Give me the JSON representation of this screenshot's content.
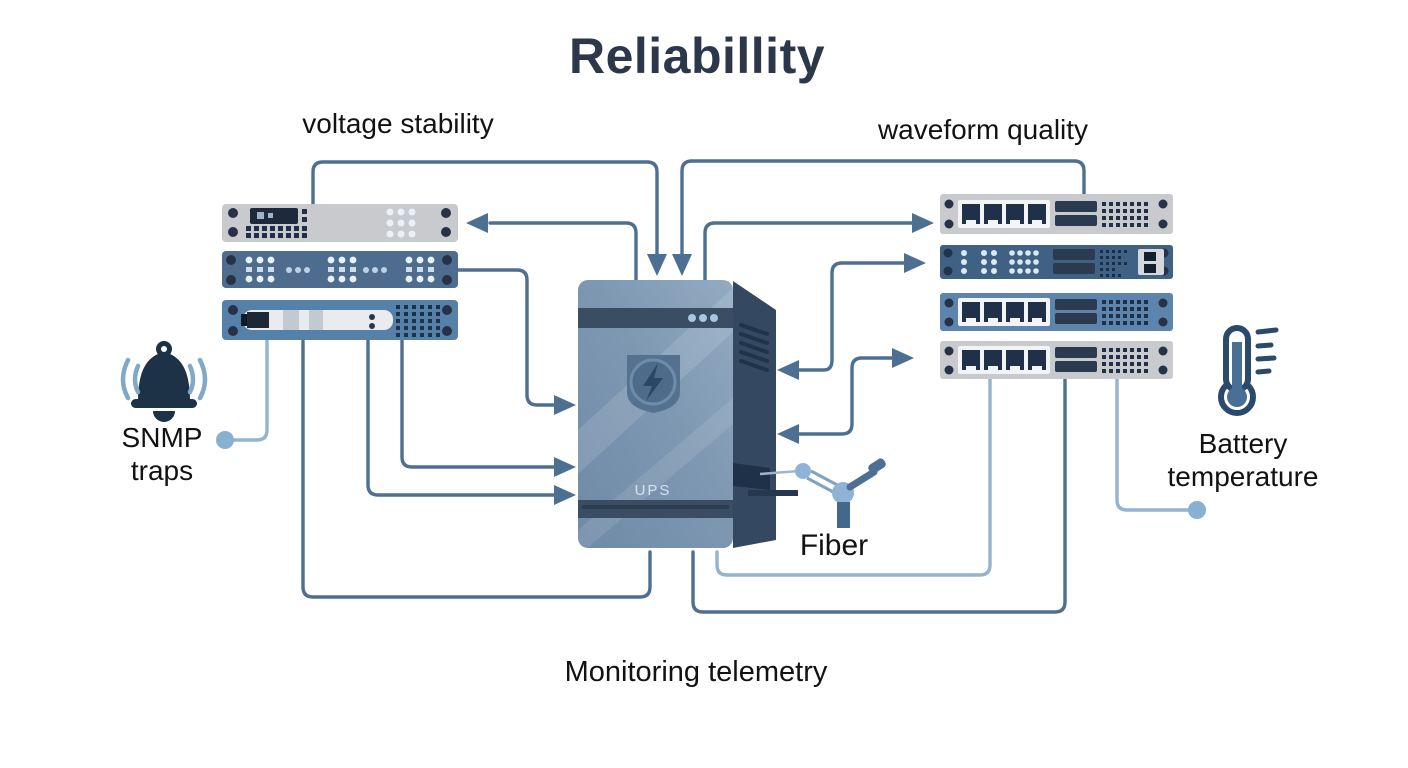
{
  "title": "Reliabillity",
  "labels": {
    "voltage_stability": "voltage stability",
    "waveform_quality": "waveform quality",
    "snmp_line1": "SNMP",
    "snmp_line2": "traps",
    "battery_line1": "Battery",
    "battery_line2": "temperature",
    "fiber": "Fiber",
    "monitoring_telemetry": "Monitoring telemetry",
    "ups": "UPS"
  },
  "colors": {
    "background": "#ffffff",
    "title_text": "#2c3849",
    "label_text": "#121212",
    "line_dark": "#4d7092",
    "line_light": "#93b4d0",
    "endpoint_dot": "#88b0d2",
    "ups_front": "#7590ab",
    "ups_front_hi": "#8ea7bf",
    "ups_side": "#344961",
    "ups_bar": "#3a4d63",
    "device_gray": "#c9cacd",
    "device_slate": "#4e6d8e",
    "device_blue": "#5580a8",
    "device_blue2": "#5c84ac",
    "device_dark_slate": "#3f6184",
    "icon_navy": "#1d3147",
    "wave_blue": "#7fa8c9",
    "thermo_navy": "#2b4a6b",
    "thermo_fill": "#4a6f94"
  },
  "nodes": [
    {
      "id": "ups-unit",
      "label": "UPS",
      "icon": "shield-lightning-icon"
    },
    {
      "id": "left-rack-display-device"
    },
    {
      "id": "left-rack-indicator-device"
    },
    {
      "id": "left-rack-server-device"
    },
    {
      "id": "right-switch-1"
    },
    {
      "id": "right-switch-2"
    },
    {
      "id": "right-switch-3"
    },
    {
      "id": "right-switch-4"
    },
    {
      "id": "snmp-traps",
      "icon": "bell-icon"
    },
    {
      "id": "battery-temperature",
      "icon": "thermometer-icon"
    },
    {
      "id": "fiber-link",
      "icon": "fiber-splitter-icon"
    }
  ]
}
